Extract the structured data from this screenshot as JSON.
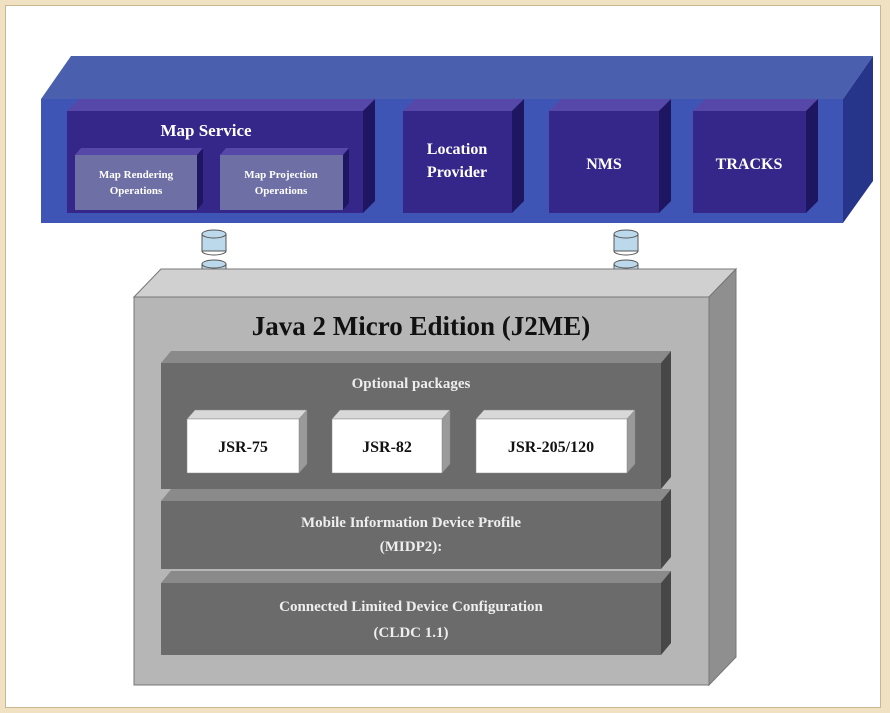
{
  "colors": {
    "band_top": "#4a5fae",
    "band_front": "#3e55b5",
    "band_side": "#26358a",
    "module_front": "#35278a",
    "module_top": "#5648a8",
    "module_side": "#1e1660",
    "sub_module": "#6e6fa4",
    "j2me_front": "#b6b6b6",
    "j2me_top": "#d0d0d0",
    "j2me_side": "#8f8f8f",
    "layer_front": "#6b6b6b",
    "layer_top": "#8a8a8a",
    "layer_side": "#474747",
    "jsr_box": "#ffffff",
    "connector": "#bcd9ec",
    "page_bg": "#efe1c1"
  },
  "top_band": {
    "map_service": {
      "title": "Map Service",
      "rendering_line1": "Map Rendering",
      "rendering_line2": "Operations",
      "projection_line1": "Map Projection",
      "projection_line2": "Operations"
    },
    "location_provider_line1": "Location",
    "location_provider_line2": "Provider",
    "nms": "NMS",
    "tracks": "TRACKS"
  },
  "j2me": {
    "title": "Java 2 Micro Edition (J2ME)",
    "optional_packages": {
      "title": "Optional packages",
      "jsr_75": "JSR-75",
      "jsr_82": "JSR-82",
      "jsr_205_120": "JSR-205/120"
    },
    "midp_line1": "Mobile Information Device Profile",
    "midp_line2": "(MIDP2):",
    "cldc_line1": "Connected Limited Device Configuration",
    "cldc_line2": "(CLDC 1.1)"
  }
}
